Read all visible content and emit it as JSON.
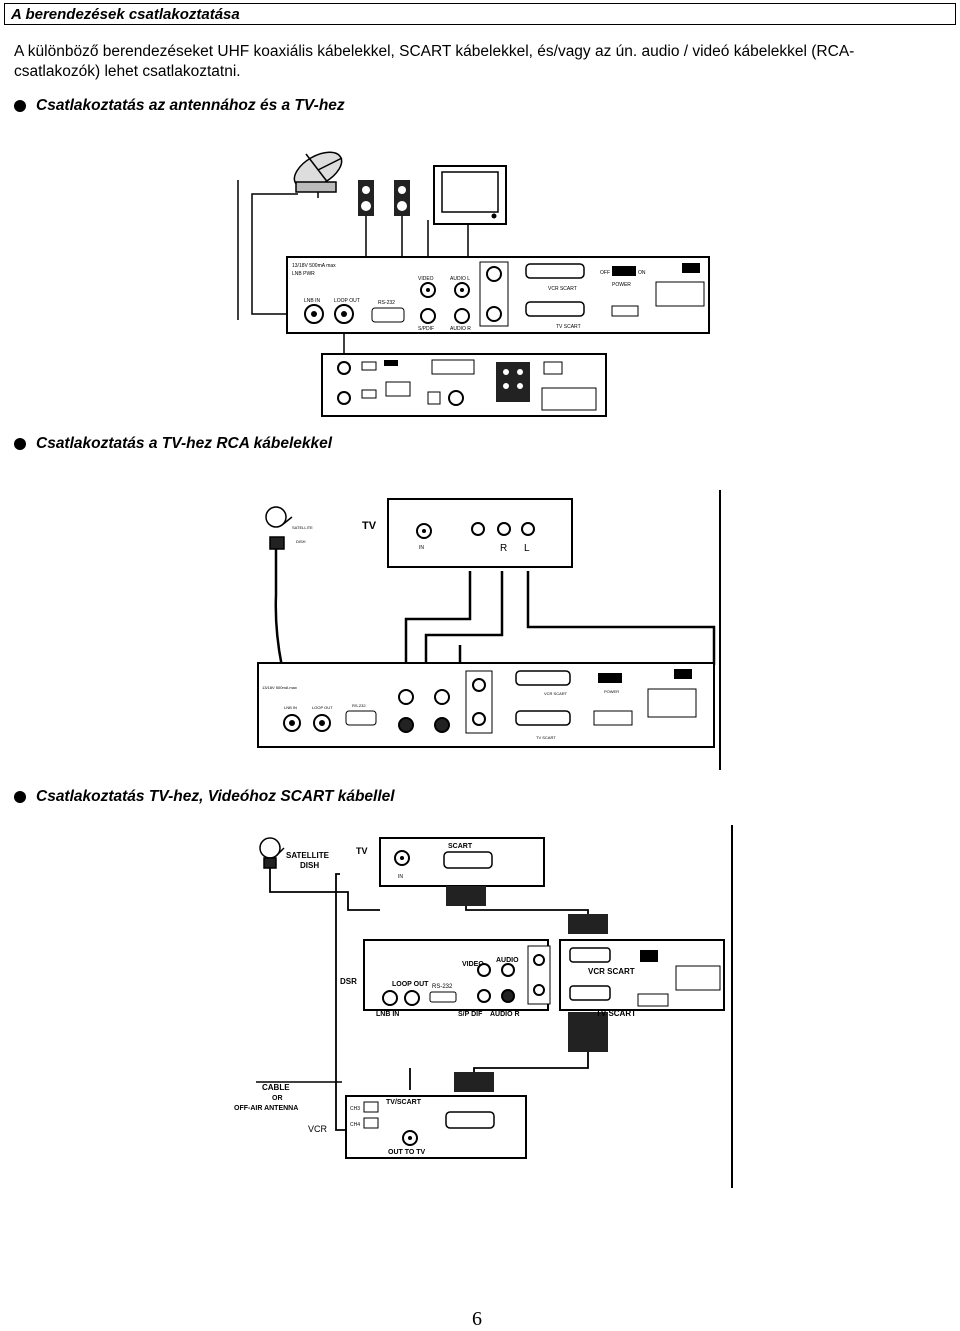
{
  "header": {
    "title": "A berendezések csatlakoztatása"
  },
  "intro": {
    "line1": "A különböző berendezéseket UHF koaxiális kábelekkel, SCART kábelekkel, és/vagy az ún. audio / videó kábelekkel (RCA-",
    "line2": "csatlakozók) lehet csatlakoztatni."
  },
  "sections": [
    {
      "heading": "Csatlakoztatás az antennához és a TV-hez"
    },
    {
      "heading": "Csatlakoztatás a TV-hez RCA kábelekkel"
    },
    {
      "heading": "Csatlakoztatás TV-hez, Videóhoz SCART kábellel"
    }
  ],
  "diagram1": {
    "receiver": {
      "lnb_in": "LNB IN",
      "loop_out": "LOOP OUT",
      "rs232": "RS-232",
      "video": "VIDEO",
      "audio_l": "AUDIO L",
      "audio_r": "AUDIO R",
      "spdif": "S/PDIF",
      "vcr_scart": "VCR SCART",
      "tv_scart": "TV SCART",
      "off": "OFF",
      "on": "ON",
      "power": "POWER"
    }
  },
  "diagram2": {
    "tv_label": "TV",
    "r": "R",
    "l": "L",
    "in": "IN",
    "receiver": {
      "lnb_in": "LNB IN",
      "loop_out": "LOOP OUT",
      "rs232": "RS-232",
      "vcr_scart": "VCR SCART",
      "tv_scart": "TV SCART",
      "power": "POWER"
    }
  },
  "diagram3": {
    "satellite_dish_line1": "SATELLITE",
    "satellite_dish_line2": "DISH",
    "tv": "TV",
    "scart": "SCART",
    "in": "IN",
    "dsr": "DSR",
    "video": "VIDEO",
    "audio": "AUDIO",
    "loop_out": "LOOP OUT",
    "rs232": "RS-232",
    "lnb_in": "LNB IN",
    "spdif": "S/P DIF",
    "audio_r": "AUDIO R",
    "vcr_scart": "VCR SCART",
    "tv_scart": "TV SCART",
    "cable_line1": "CABLE",
    "cable_line2": "OR",
    "cable_line3": "OFF-AIR ANTENNA",
    "vcr": "VCR",
    "ch3": "CH3",
    "ch4": "CH4",
    "tv_scart_vcr": "TV/SCART",
    "out_to_tv": "OUT TO TV"
  },
  "page_number": "6"
}
